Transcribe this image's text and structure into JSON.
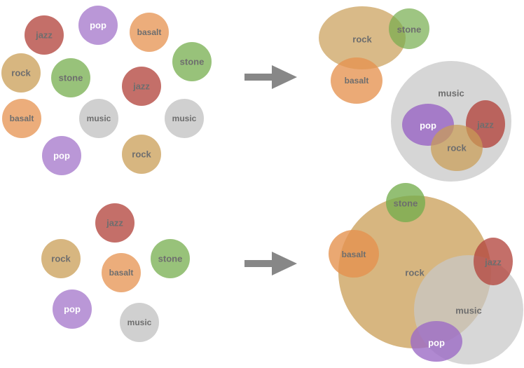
{
  "labels": {
    "jazz": "jazz",
    "pop": "pop",
    "basalt": "basalt",
    "rock": "rock",
    "stone": "stone",
    "music": "music"
  },
  "colors": {
    "jazz": "#b3463f",
    "pop": "#9c6bc6",
    "basalt": "#e5924f",
    "rock": "#c99d55",
    "stone": "#75ad4d",
    "music": "#c8c8c8",
    "arrow": "#878787",
    "label_dark": "#6e6e6e",
    "label_light": "#ffffff"
  }
}
